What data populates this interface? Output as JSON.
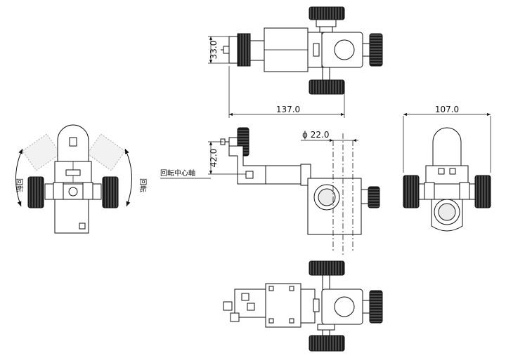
{
  "dimensions": {
    "height_top": "33.0",
    "width_top": "137.0",
    "width_right": "107.0",
    "diameter": "ϕ 22.0",
    "height_mid": "42.0"
  },
  "labels": {
    "rotation_axis": "回転中心軸",
    "rotate_left": "回転",
    "rotate_right": "回転"
  }
}
